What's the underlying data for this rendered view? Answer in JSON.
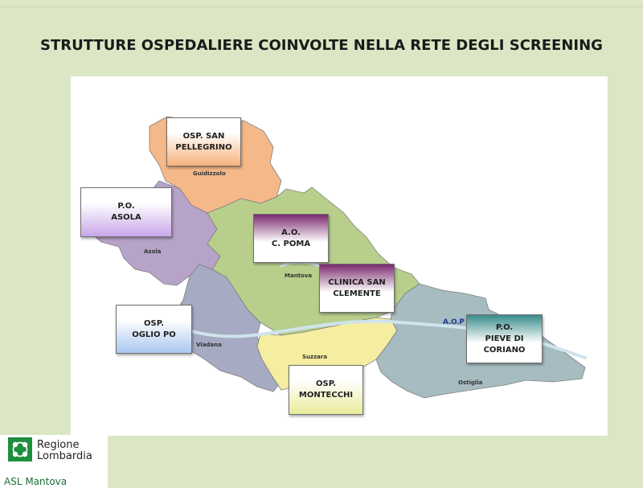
{
  "title": "STRUTTURE OSPEDALIERE COINVOLTE NELLA RETE DEGLI SCREENING",
  "facilities": {
    "san_pellegrino": {
      "lines": [
        "OSP. SAN",
        "PELLEGRINO"
      ],
      "color": "#f7b27a"
    },
    "asola": {
      "lines": [
        "P.O.",
        "ASOLA"
      ],
      "color": "#c8a6e8"
    },
    "poma": {
      "lines": [
        "A.O.",
        "C. POMA"
      ],
      "color": "#7b2a6e"
    },
    "san_clemente": {
      "lines": [
        "CLINICA SAN",
        "CLEMENTE"
      ],
      "color": "#7b2a6e"
    },
    "oglio_po": {
      "lines": [
        "OSP.",
        "OGLIO PO"
      ],
      "color": "#aac8f0"
    },
    "montecchi": {
      "lines": [
        "OSP.",
        "MONTECCHI"
      ],
      "color": "#e9ec9a"
    },
    "pieve_coriano": {
      "lines": [
        "P.O.",
        "PIEVE DI",
        "CORIANO"
      ],
      "color": "#3a8c8c"
    }
  },
  "towns": {
    "guidizzolo": "Guidizzolo",
    "asola": "Asola",
    "mantova": "Mantova",
    "viadana": "Viadana",
    "suzzara": "Suzzara",
    "ostiglia": "Ostiglia"
  },
  "map_marker": "A.O.P",
  "districts": {
    "guidizzolo": "#f5b889",
    "asola": "#b7a3c8",
    "viadana": "#a6aac2",
    "mantova": "#b8cf8c",
    "suzzara": "#f5eea0",
    "ostiglia": "#a7bcc1",
    "river": "#cfe4ec"
  },
  "logo": {
    "name_line1": "Regione",
    "name_line2": "Lombardia",
    "asl": "ASL Mantova"
  }
}
